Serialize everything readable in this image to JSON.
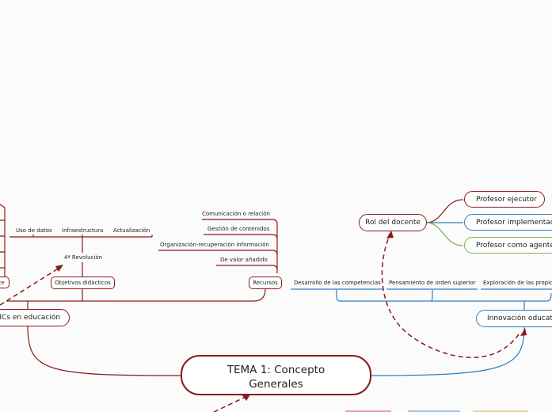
{
  "central": {
    "line1": "TEMA 1: Concepto",
    "line2": "Generales"
  },
  "left": {
    "main_topic": "TICs en educación",
    "partial_node": "te",
    "revolucion": "4ª Revolución",
    "revolucion_children": [
      "Uso de datos",
      "Infraestructura",
      "Actualización"
    ],
    "objetivos": "Objetivos didácticos",
    "recursos": "Recursos",
    "recursos_children": [
      "Comunicación o relación",
      "Gestión de contenidos",
      "Organización-recuperación información",
      "De valor añadido"
    ]
  },
  "right": {
    "innovacion": "Innovación educat",
    "innovacion_children": [
      "Desarrollo de las competencias",
      "Pensamiento de orden superior",
      "Exploración de las propic"
    ],
    "rol": "Rol del docente",
    "rol_children": [
      "Profesor ejecutor",
      "Profesor implementac",
      "Profesor como agente"
    ]
  },
  "colors": {
    "dark_red": "#8b1a1a",
    "blue": "#2f7ec1",
    "green": "#7cb342",
    "teal": "#3aa3a3"
  }
}
